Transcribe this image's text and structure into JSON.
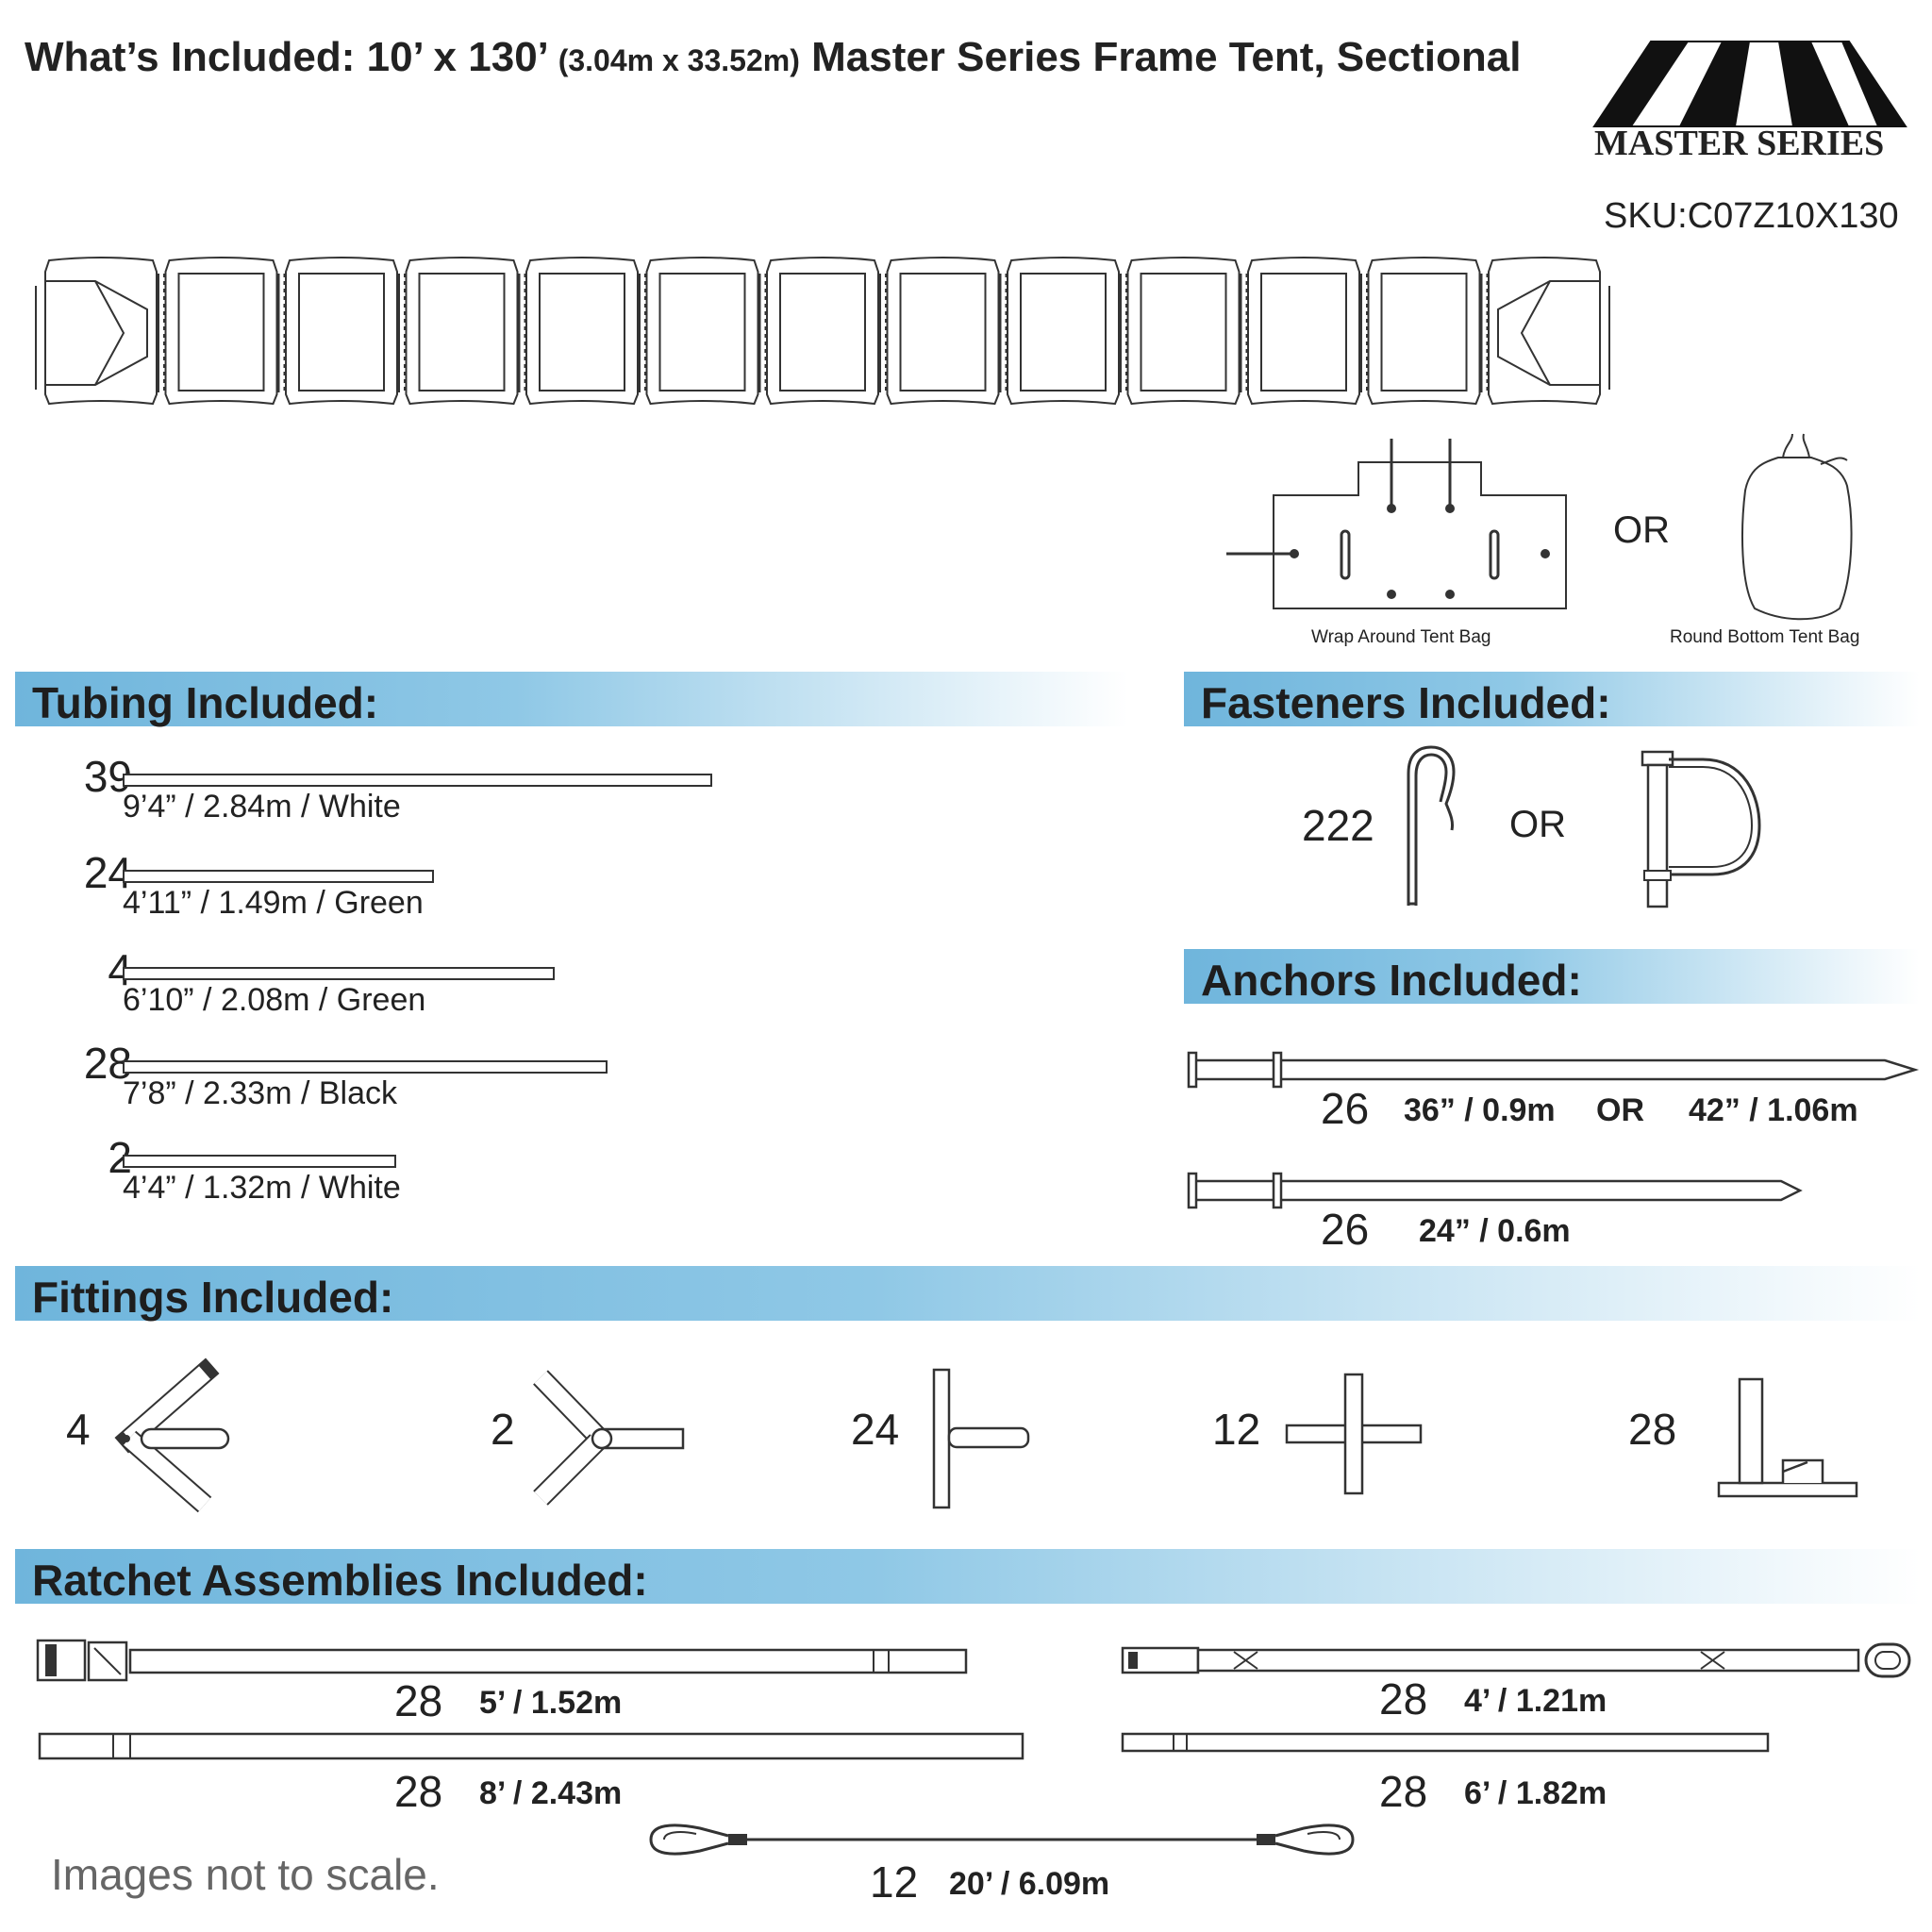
{
  "header": {
    "title_main": "What’s Included: 10’ x 130’",
    "title_metric": "(3.04m x 33.52m)",
    "title_rest": "Master Series Frame Tent, Sectional",
    "logo_text": "MASTER SERIES",
    "sku": "SKU:C07Z10X130"
  },
  "bags": {
    "wrap_label": "Wrap Around Tent Bag",
    "or_label": "OR",
    "round_label": "Round Bottom Tent Bag"
  },
  "tubing": {
    "heading": "Tubing Included:",
    "items": [
      {
        "qty": "39",
        "label": "9’4” / 2.84m  /  White",
        "length_ft": 9.33
      },
      {
        "qty": "24",
        "label": "4’11” / 1.49m  /  Green",
        "length_ft": 4.92
      },
      {
        "qty": "4",
        "label": "6’10” / 2.08m  /  Green",
        "length_ft": 6.83
      },
      {
        "qty": "28",
        "label": "7’8” / 2.33m  /  Black",
        "length_ft": 7.67
      },
      {
        "qty": "2",
        "label": "4’4” / 1.32m  /  White",
        "length_ft": 4.33
      }
    ]
  },
  "fasteners": {
    "heading": "Fasteners Included:",
    "qty": "222",
    "or_label": "OR"
  },
  "anchors": {
    "heading": "Anchors Included:",
    "items": [
      {
        "qty": "26",
        "size_a": "36” / 0.9m",
        "or_label": "OR",
        "size_b": "42” / 1.06m"
      },
      {
        "qty": "26",
        "size_a": "24” / 0.6m"
      }
    ]
  },
  "fittings": {
    "heading": "Fittings Included:",
    "items": [
      {
        "qty": "4",
        "icon": "corner-fitting-icon"
      },
      {
        "qty": "2",
        "icon": "end-fitting-icon"
      },
      {
        "qty": "24",
        "icon": "tee-fitting-icon"
      },
      {
        "qty": "12",
        "icon": "cross-fitting-icon"
      },
      {
        "qty": "28",
        "icon": "base-plate-icon"
      }
    ]
  },
  "ratchets": {
    "heading": "Ratchet Assemblies Included:",
    "items": [
      {
        "qty": "28",
        "size": "5’ / 1.52m"
      },
      {
        "qty": "28",
        "size": "4’ / 1.21m"
      },
      {
        "qty": "28",
        "size": "8’ / 2.43m"
      },
      {
        "qty": "28",
        "size": "6’ / 1.82m"
      },
      {
        "qty": "12",
        "size": "20’ / 6.09m"
      }
    ]
  },
  "footer_note": "Images not to scale."
}
